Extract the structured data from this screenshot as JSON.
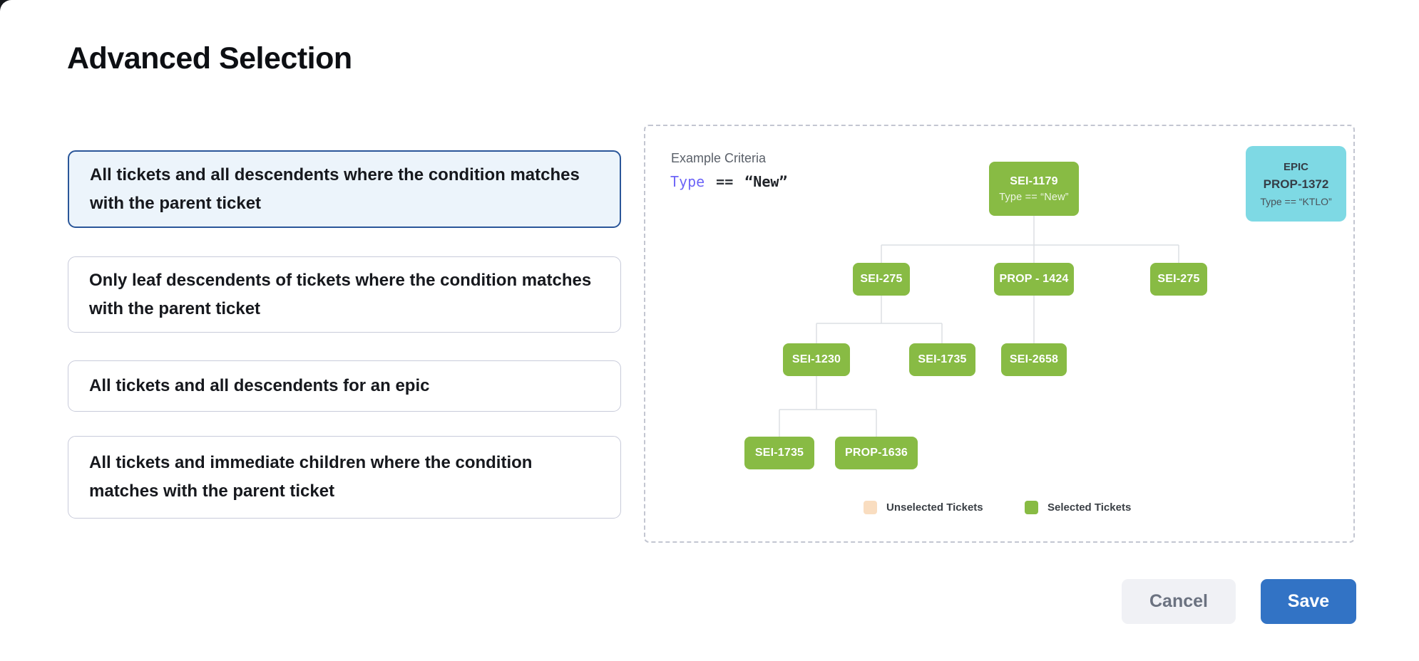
{
  "title": "Advanced Selection",
  "options": [
    {
      "label": "All tickets and all descendents where the condition matches with the parent ticket",
      "selected": true
    },
    {
      "label": "Only leaf descendents of tickets where the condition matches with the parent ticket",
      "selected": false
    },
    {
      "label": "All tickets and all descendents for an epic",
      "selected": false
    },
    {
      "label": "All tickets and immediate children where the condition matches with the parent ticket",
      "selected": false
    }
  ],
  "example": {
    "heading": "Example Criteria",
    "criteria": {
      "field": "Type",
      "operator": "==",
      "value": "“New”"
    }
  },
  "epic_card": {
    "type_label": "EPIC",
    "id": "PROP-1372",
    "condition": "Type == “KTLO”"
  },
  "tree": {
    "root": {
      "id": "SEI-1179",
      "condition": "Type == “New”"
    },
    "level2": [
      "SEI-275",
      "PROP - 1424",
      "SEI-275"
    ],
    "level3": [
      "SEI-1230",
      "SEI-1735",
      "SEI-2658"
    ],
    "level4": [
      "SEI-1735",
      "PROP-1636"
    ]
  },
  "legend": {
    "unselected": "Unselected Tickets",
    "selected": "Selected Tickets"
  },
  "buttons": {
    "cancel": "Cancel",
    "save": "Save"
  },
  "colors": {
    "selected_ticket": "#88bb44",
    "unselected_ticket": "#f9ddc0",
    "epic_card": "#7ed9e4",
    "selected_card_border": "#2a5699",
    "selected_card_bg": "#ecf4fb",
    "save_button": "#3273c5",
    "criteria_field": "#6e66f7"
  }
}
